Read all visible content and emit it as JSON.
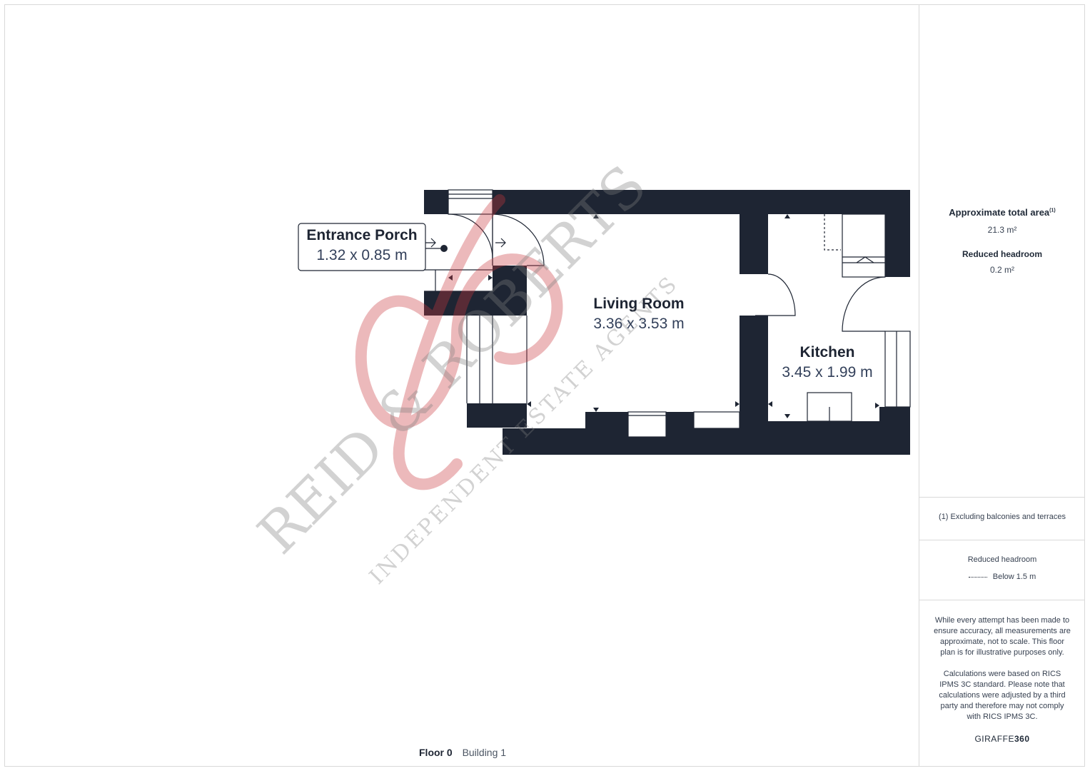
{
  "plan": {
    "rooms": [
      {
        "name": "Entrance Porch",
        "dims": "1.32 x 0.85 m"
      },
      {
        "name": "Living Room",
        "dims": "3.36 x 3.53 m"
      },
      {
        "name": "Kitchen",
        "dims": "3.45 x 1.99 m"
      }
    ],
    "floor_label": "Floor 0",
    "building_label": "Building 1",
    "wall_color": "#1e2533"
  },
  "watermark": {
    "main": "REID & ROBERTS",
    "sub": "INDEPENDENT ESTATE AGENTS",
    "color": "#c9363b"
  },
  "panel": {
    "total_area_title": "Approximate total area",
    "total_area_sup": "(1)",
    "total_area_value": "21.3 m²",
    "reduced_headroom_title": "Reduced headroom",
    "reduced_headroom_value": "0.2 m²",
    "footnote": "(1) Excluding balconies and terraces",
    "legend_title": "Reduced headroom",
    "legend_item": "Below 1.5 m",
    "disclaimer_1": "While every attempt has been made to ensure accuracy, all measurements are approximate, not to scale. This floor plan is for illustrative purposes only.",
    "disclaimer_2": "Calculations were based on RICS IPMS 3C standard. Please note that calculations were adjusted by a third party and therefore may not comply with RICS IPMS 3C.",
    "brand_light": "GIRAFFE",
    "brand_bold": "360"
  }
}
